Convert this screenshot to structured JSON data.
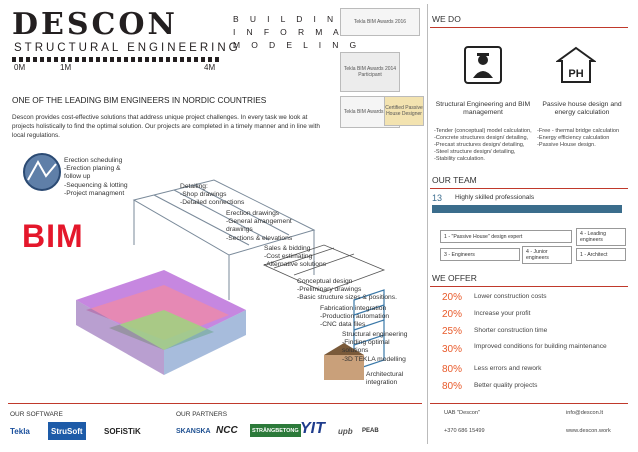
{
  "brand": {
    "name": "DESCON",
    "tagline": "STRUCTURAL ENGINEERING",
    "scale_labels": [
      "0M",
      "1M",
      "4M"
    ],
    "bim_words": [
      "B U I L D I N G",
      "I N F O R M A T I O N",
      "M O D E L I N G"
    ]
  },
  "intro": {
    "title": "ONE OF THE LEADING  BIM ENGINEERS IN NORDIC COUNTRIES",
    "text": "Descon provides cost-effective solutions that address unique project challenges. In every task we look at projects holistically  to find the optimal solution. Our projects are completed in a timely manner and in line with local regulations."
  },
  "bim_label": "BIM",
  "awards": [
    {
      "label": "Tekla BIM Awards 2016"
    },
    {
      "label": "Tekla BIM Awards 2014 Participant"
    },
    {
      "label": "Tekla BIM Awards 2016"
    },
    {
      "label": "Certified Passive House Designer"
    }
  ],
  "phases": [
    {
      "text": "Erection scheduling\n-Erection planing &\nfollow up\n-Sequencing & lotting\n-Project managment"
    },
    {
      "text": "Detailing:\n-Shop drawings\n-Detailed connections"
    },
    {
      "text": "Erection drawings\n-General arrangement\ndrawings\n-Sections & elevations"
    },
    {
      "text": "Sales & bidding\n-Cost estimating\n-Alternative solutions"
    },
    {
      "text": "Conceptual design\n-Preliminary drawings\n-Basic structure sizes & positions."
    },
    {
      "text": "Fabrication integration\n-Production automation\n-CNC data files"
    },
    {
      "text": "Structural engineering\n-Finding optimal\nsolutions\n-3D TEKLA modelling"
    },
    {
      "text": "Architectural\nintegration"
    }
  ],
  "we_do": {
    "heading": "WE DO",
    "ph_icon": "PH",
    "services": [
      {
        "title": "Structural Engineering and BIM management",
        "items": "-Tender (conceptual) model calculation,\n-Concrete structures design/ detailing,\n-Precast structures design/ detailing,\n-Steel structure design/ detailing,\n-Stability calculation."
      },
      {
        "title": "Passive house design and energy calculation",
        "items": "-Free - thermal bridge calculation\n-Energy efficiency calculation\n-Passive House design."
      }
    ]
  },
  "team": {
    "heading": "OUR TEAM",
    "count": "13",
    "label": "Highly skilled professionals",
    "members": [
      {
        "label": "1 - \"Passive House\" design expert"
      },
      {
        "label": "4 - Leading engineers"
      },
      {
        "label": "3 - Engineers"
      },
      {
        "label": "4 - Junior engineers"
      },
      {
        "label": "1 - Architect"
      }
    ]
  },
  "offer": {
    "heading": "WE OFFER",
    "items": [
      {
        "pct": "20%",
        "text": "Lower construction costs"
      },
      {
        "pct": "20%",
        "text": "Increase your profit"
      },
      {
        "pct": "25%",
        "text": "Shorter construction time"
      },
      {
        "pct": "30%",
        "text": "Improved conditions for building maintenance"
      },
      {
        "pct": "80%",
        "text": "Less errors and rework"
      },
      {
        "pct": "80%",
        "text": "Better quality projects"
      }
    ]
  },
  "contact": {
    "company": "UAB \"Descon\"",
    "phone": "+370 686 15499",
    "email": "info@descon.lt",
    "web": "www.descon.work"
  },
  "footer": {
    "software_heading": "OUR SOFTWARE",
    "partners_heading": "OUR PARTNERS",
    "software": [
      {
        "name": "Tekla",
        "color": "#1a4f9c"
      },
      {
        "name": "StruSoft",
        "color": "#ffffff"
      },
      {
        "name": "SOFiSTiK",
        "color": "#222222"
      }
    ],
    "partners": [
      {
        "name": "SKANSKA",
        "color": "#1d4f91"
      },
      {
        "name": "NCC",
        "color": "#222222"
      },
      {
        "name": "STRÄNGBETONG",
        "color": "#ffffff"
      },
      {
        "name": "YIT",
        "color": "#1e3c8c"
      },
      {
        "name": "upb",
        "color": "#555555"
      },
      {
        "name": "PEAB",
        "color": "#333333"
      }
    ]
  }
}
